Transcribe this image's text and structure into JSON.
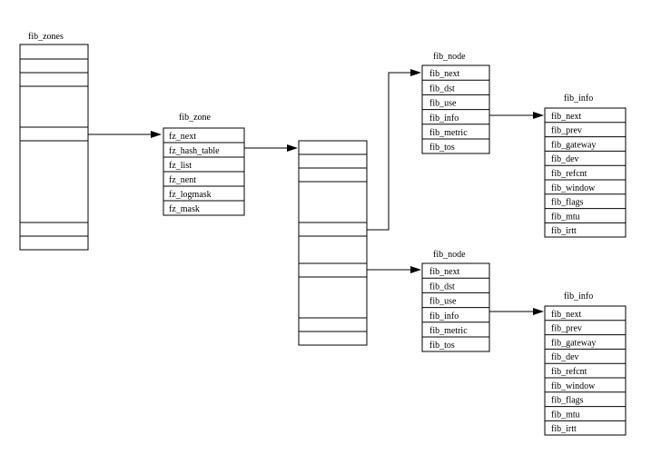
{
  "fib_zones": {
    "title": "fib_zones"
  },
  "fib_zone": {
    "title": "fib_zone",
    "fields": [
      "fz_next",
      "fz_hash_table",
      "fz_list",
      "fz_nent",
      "fz_logmask",
      "fz_mask"
    ]
  },
  "fib_nodes": [
    {
      "title": "fib_node",
      "fields": [
        "fib_next",
        "fib_dst",
        "fib_use",
        "fib_info",
        "fib_metric",
        "fib_tos"
      ]
    },
    {
      "title": "fib_node",
      "fields": [
        "fib_next",
        "fib_dst",
        "fib_use",
        "fib_info",
        "fib_metric",
        "fib_tos"
      ]
    }
  ],
  "fib_infos": [
    {
      "title": "fib_info",
      "fields": [
        "fib_next",
        "fib_prev",
        "fib_gateway",
        "fib_dev",
        "fib_refcnt",
        "fib_window",
        "fib_flags",
        "fib_mtu",
        "fib_irtt"
      ]
    },
    {
      "title": "fib_info",
      "fields": [
        "fib_next",
        "fib_prev",
        "fib_gateway",
        "fib_dev",
        "fib_refcnt",
        "fib_window",
        "fib_flags",
        "fib_mtu",
        "fib_irtt"
      ]
    }
  ]
}
